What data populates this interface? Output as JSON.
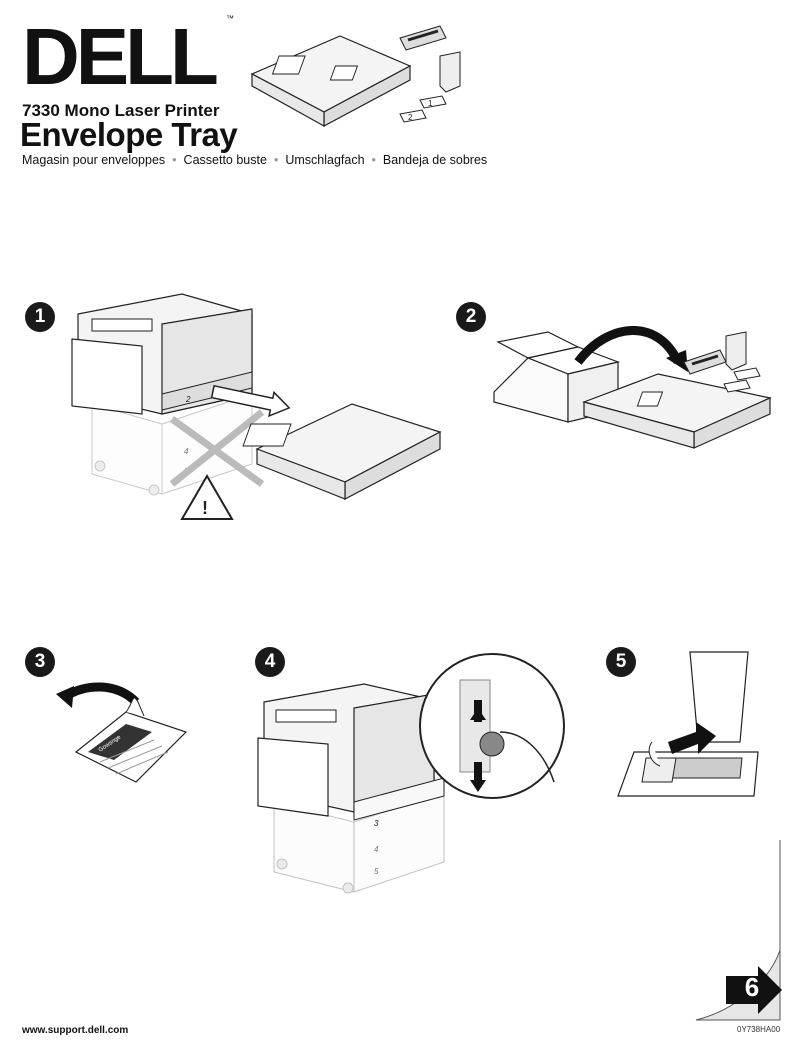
{
  "header": {
    "brand_logo": "DELL",
    "trademark": "™",
    "model": "7330 Mono Laser Printer",
    "title": "Envelope Tray",
    "subtitles": [
      "Magasin pour enveloppes",
      "Cassetto buste",
      "Umschlagfach",
      "Bandeja de sobres"
    ]
  },
  "steps": [
    "1",
    "2",
    "3",
    "4",
    "5"
  ],
  "illustration_labels": {
    "label_card_1": "1",
    "label_card_2": "2",
    "tray_2": "2",
    "tray_3": "3",
    "tray_4": "4",
    "tray_5": "5",
    "warning_symbol": "!",
    "tag_text": "Gowsnge"
  },
  "footer": {
    "url": "www.support.dell.com",
    "part_code": "0Y738HA00",
    "next_page": "6"
  },
  "colors": {
    "ink": "#111111",
    "step_badge": "#1a1a1a",
    "line_art": "#222222",
    "light_fill": "#f4f4f4"
  }
}
